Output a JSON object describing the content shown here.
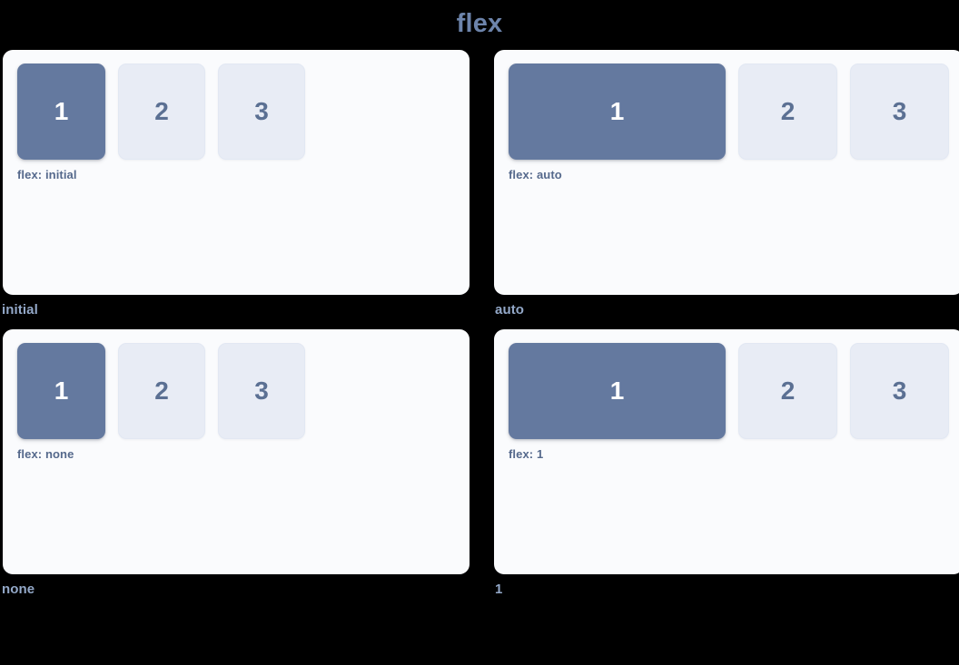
{
  "page": {
    "title": "flex",
    "background_color": "#000000",
    "title_color": "#6d84ab"
  },
  "theme": {
    "panel_bg": "#fafbfd",
    "box_primary": "#64799f",
    "box_primary_text": "#ffffff",
    "box_muted": "#e8ecf5",
    "box_muted_text": "#5b7093",
    "code_label_color": "#55698c",
    "caption_color": "#93a8c8"
  },
  "demos": [
    {
      "caption": "initial",
      "code_label": "flex: initial",
      "flex_value": "initial",
      "boxes": [
        {
          "label": "1",
          "style": "primary"
        },
        {
          "label": "2",
          "style": "muted"
        },
        {
          "label": "3",
          "style": "muted"
        }
      ]
    },
    {
      "caption": "auto",
      "code_label": "flex: auto",
      "flex_value": "auto",
      "boxes": [
        {
          "label": "1",
          "style": "primary"
        },
        {
          "label": "2",
          "style": "muted"
        },
        {
          "label": "3",
          "style": "muted"
        }
      ]
    },
    {
      "caption": "none",
      "code_label": "flex: none",
      "flex_value": "none",
      "boxes": [
        {
          "label": "1",
          "style": "primary"
        },
        {
          "label": "2",
          "style": "muted"
        },
        {
          "label": "3",
          "style": "muted"
        }
      ]
    },
    {
      "caption": "1",
      "code_label": "flex: 1",
      "flex_value": "1",
      "boxes": [
        {
          "label": "1",
          "style": "primary"
        },
        {
          "label": "2",
          "style": "muted"
        },
        {
          "label": "3",
          "style": "muted"
        }
      ]
    }
  ]
}
